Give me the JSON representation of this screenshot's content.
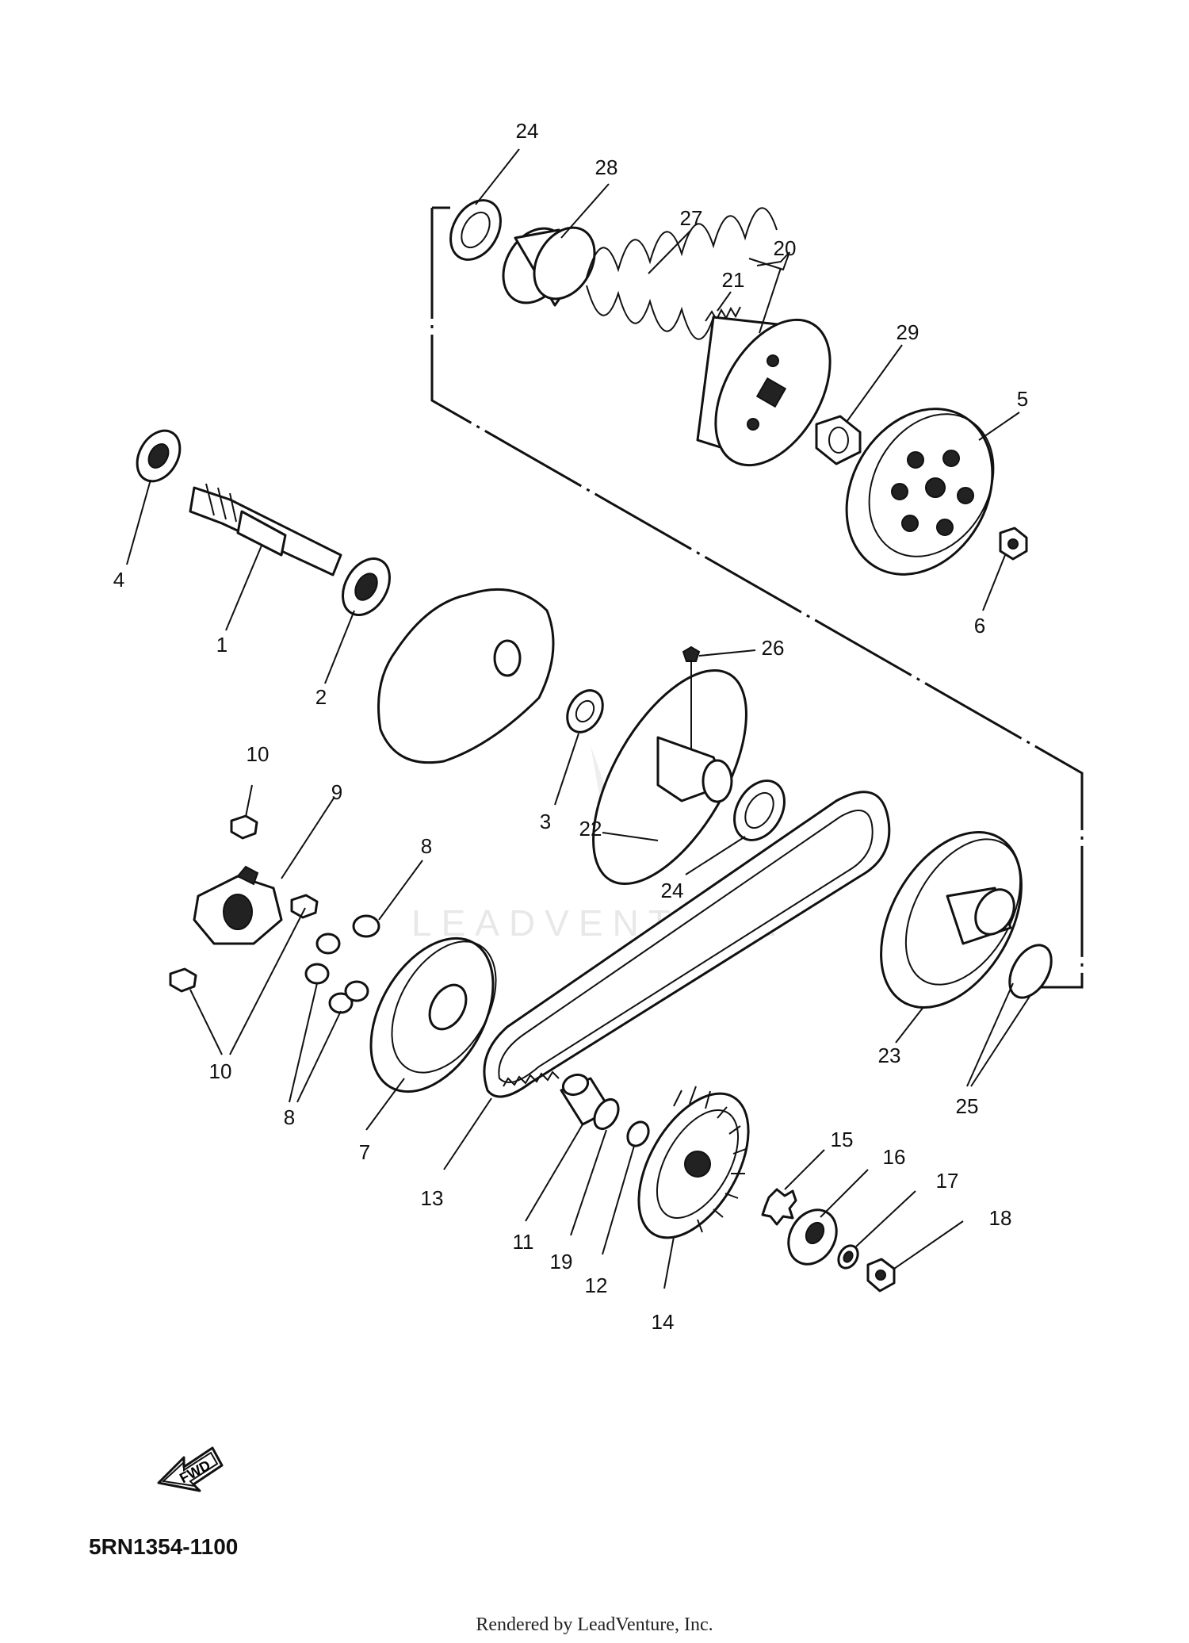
{
  "diagram": {
    "code": "5RN1354-1100",
    "credit": "Rendered by LeadVenture, Inc.",
    "watermark": "LEADVENTURE",
    "fwd_label": "FWD",
    "callouts": [
      "24",
      "28",
      "27",
      "20",
      "21",
      "29",
      "5",
      "6",
      "4",
      "1",
      "2",
      "26",
      "3",
      "22",
      "24",
      "10",
      "9",
      "8",
      "10",
      "8",
      "7",
      "13",
      "23",
      "25",
      "15",
      "16",
      "17",
      "18",
      "11",
      "19",
      "12",
      "14"
    ]
  }
}
